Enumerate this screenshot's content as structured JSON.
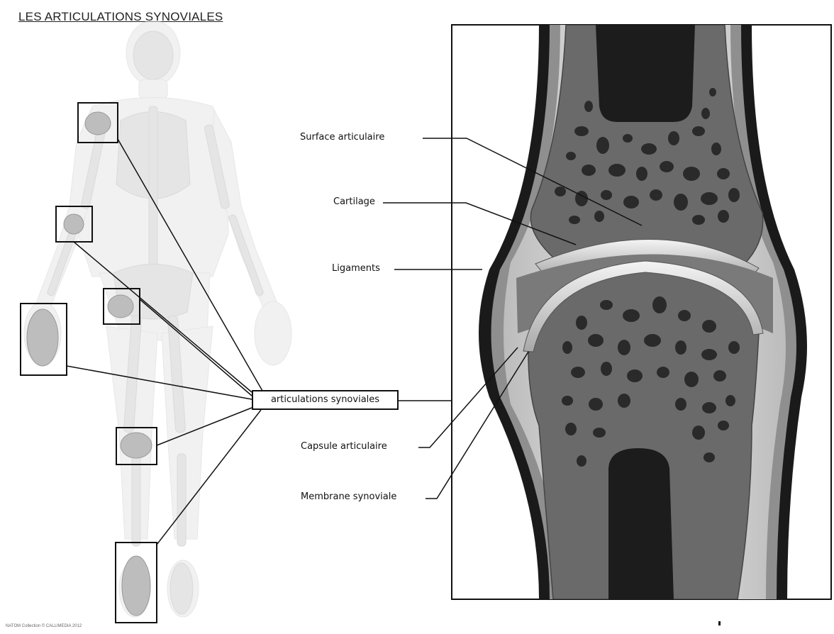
{
  "title": "LES ARTICULATIONS SYNOVIALES",
  "copyright": "NATOM Collection © CALLIMEDIA 2012",
  "central_label": "articulations synoviales",
  "labels": {
    "surface": "Surface articulaire",
    "cartilage": "Cartilage",
    "ligaments": "Ligaments",
    "capsule": "Capsule articulaire",
    "membrane": "Membrane synoviale"
  }
}
